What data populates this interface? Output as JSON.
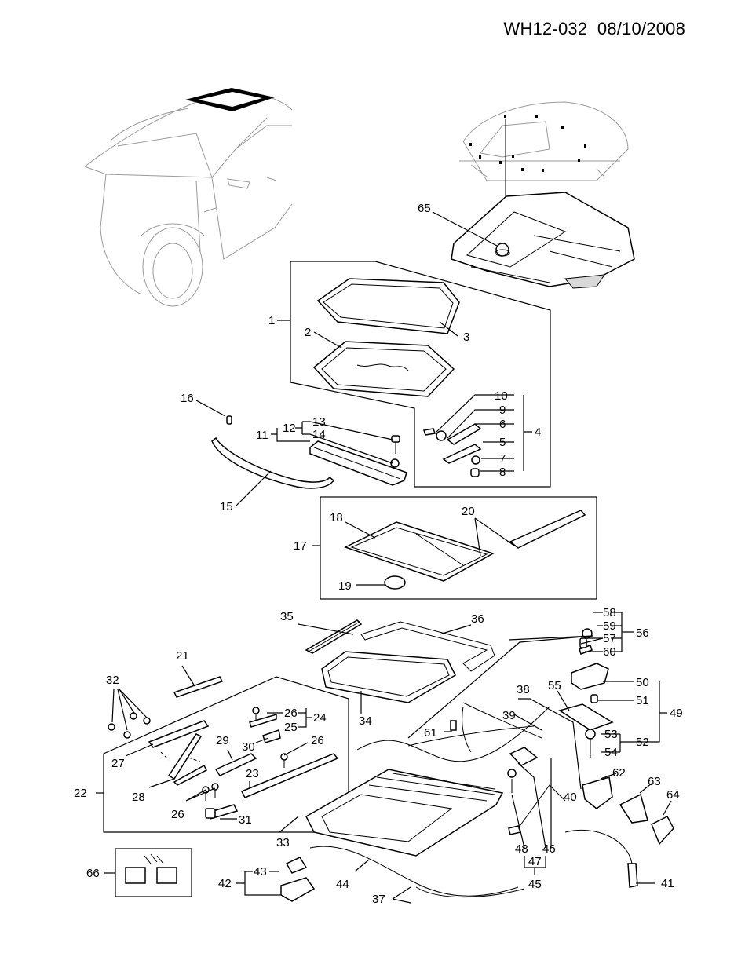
{
  "header": {
    "diagram_id": "WH12-032",
    "date": "08/10/2008"
  },
  "callouts": [
    "1",
    "2",
    "3",
    "4",
    "5",
    "6",
    "7",
    "8",
    "9",
    "10",
    "11",
    "12",
    "13",
    "14",
    "15",
    "16",
    "17",
    "18",
    "19",
    "20",
    "21",
    "22",
    "23",
    "24",
    "25",
    "26",
    "27",
    "28",
    "29",
    "30",
    "31",
    "32",
    "33",
    "34",
    "35",
    "36",
    "37",
    "38",
    "39",
    "40",
    "41",
    "42",
    "43",
    "44",
    "45",
    "46",
    "47",
    "48",
    "49",
    "50",
    "51",
    "52",
    "53",
    "54",
    "55",
    "56",
    "57",
    "58",
    "59",
    "60",
    "61",
    "62",
    "63",
    "64",
    "65",
    "66"
  ]
}
